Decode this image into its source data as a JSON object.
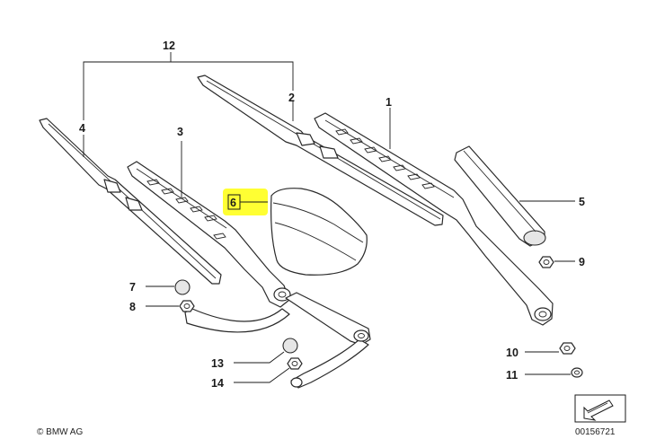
{
  "callouts": {
    "c1": "1",
    "c2": "2",
    "c3": "3",
    "c4": "4",
    "c5": "5",
    "c6": "6",
    "c7": "7",
    "c8": "8",
    "c9": "9",
    "c10": "10",
    "c11": "11",
    "c12": "12",
    "c13": "13",
    "c14": "14"
  },
  "footer": {
    "copyright": "© BMW AG",
    "diagram_id": "00156721"
  },
  "colors": {
    "highlight": "#ffff33",
    "ink": "#1a1a1a"
  }
}
